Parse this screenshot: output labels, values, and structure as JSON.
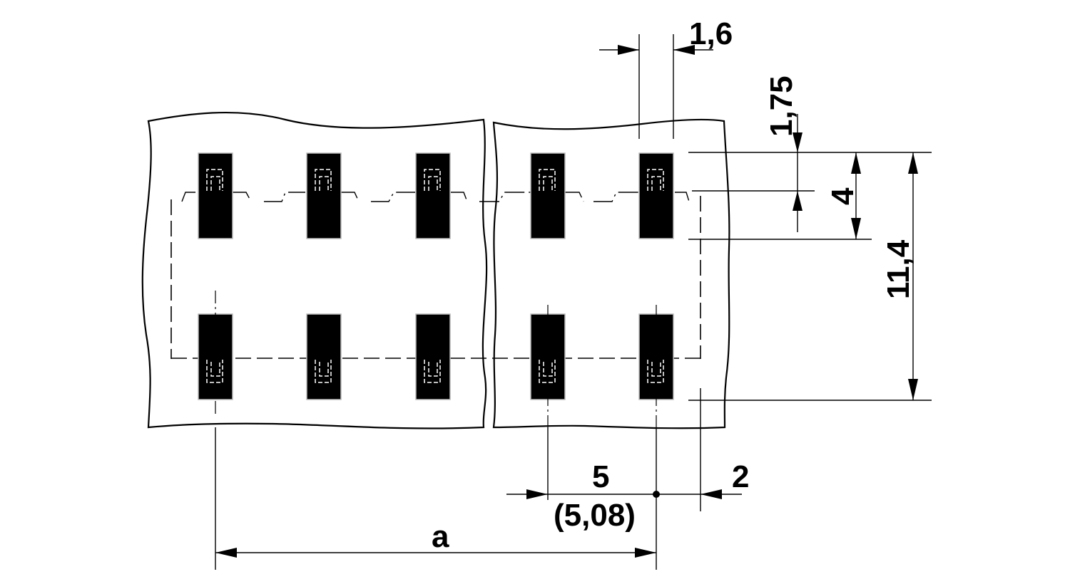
{
  "dimensions": {
    "pad_width": "1,6",
    "edge_offset": "1,75",
    "pad_height": "4",
    "overall_height": "11,4",
    "pitch": "5",
    "pitch_alt": "(5,08)",
    "edge_margin": "2",
    "length": "a"
  }
}
